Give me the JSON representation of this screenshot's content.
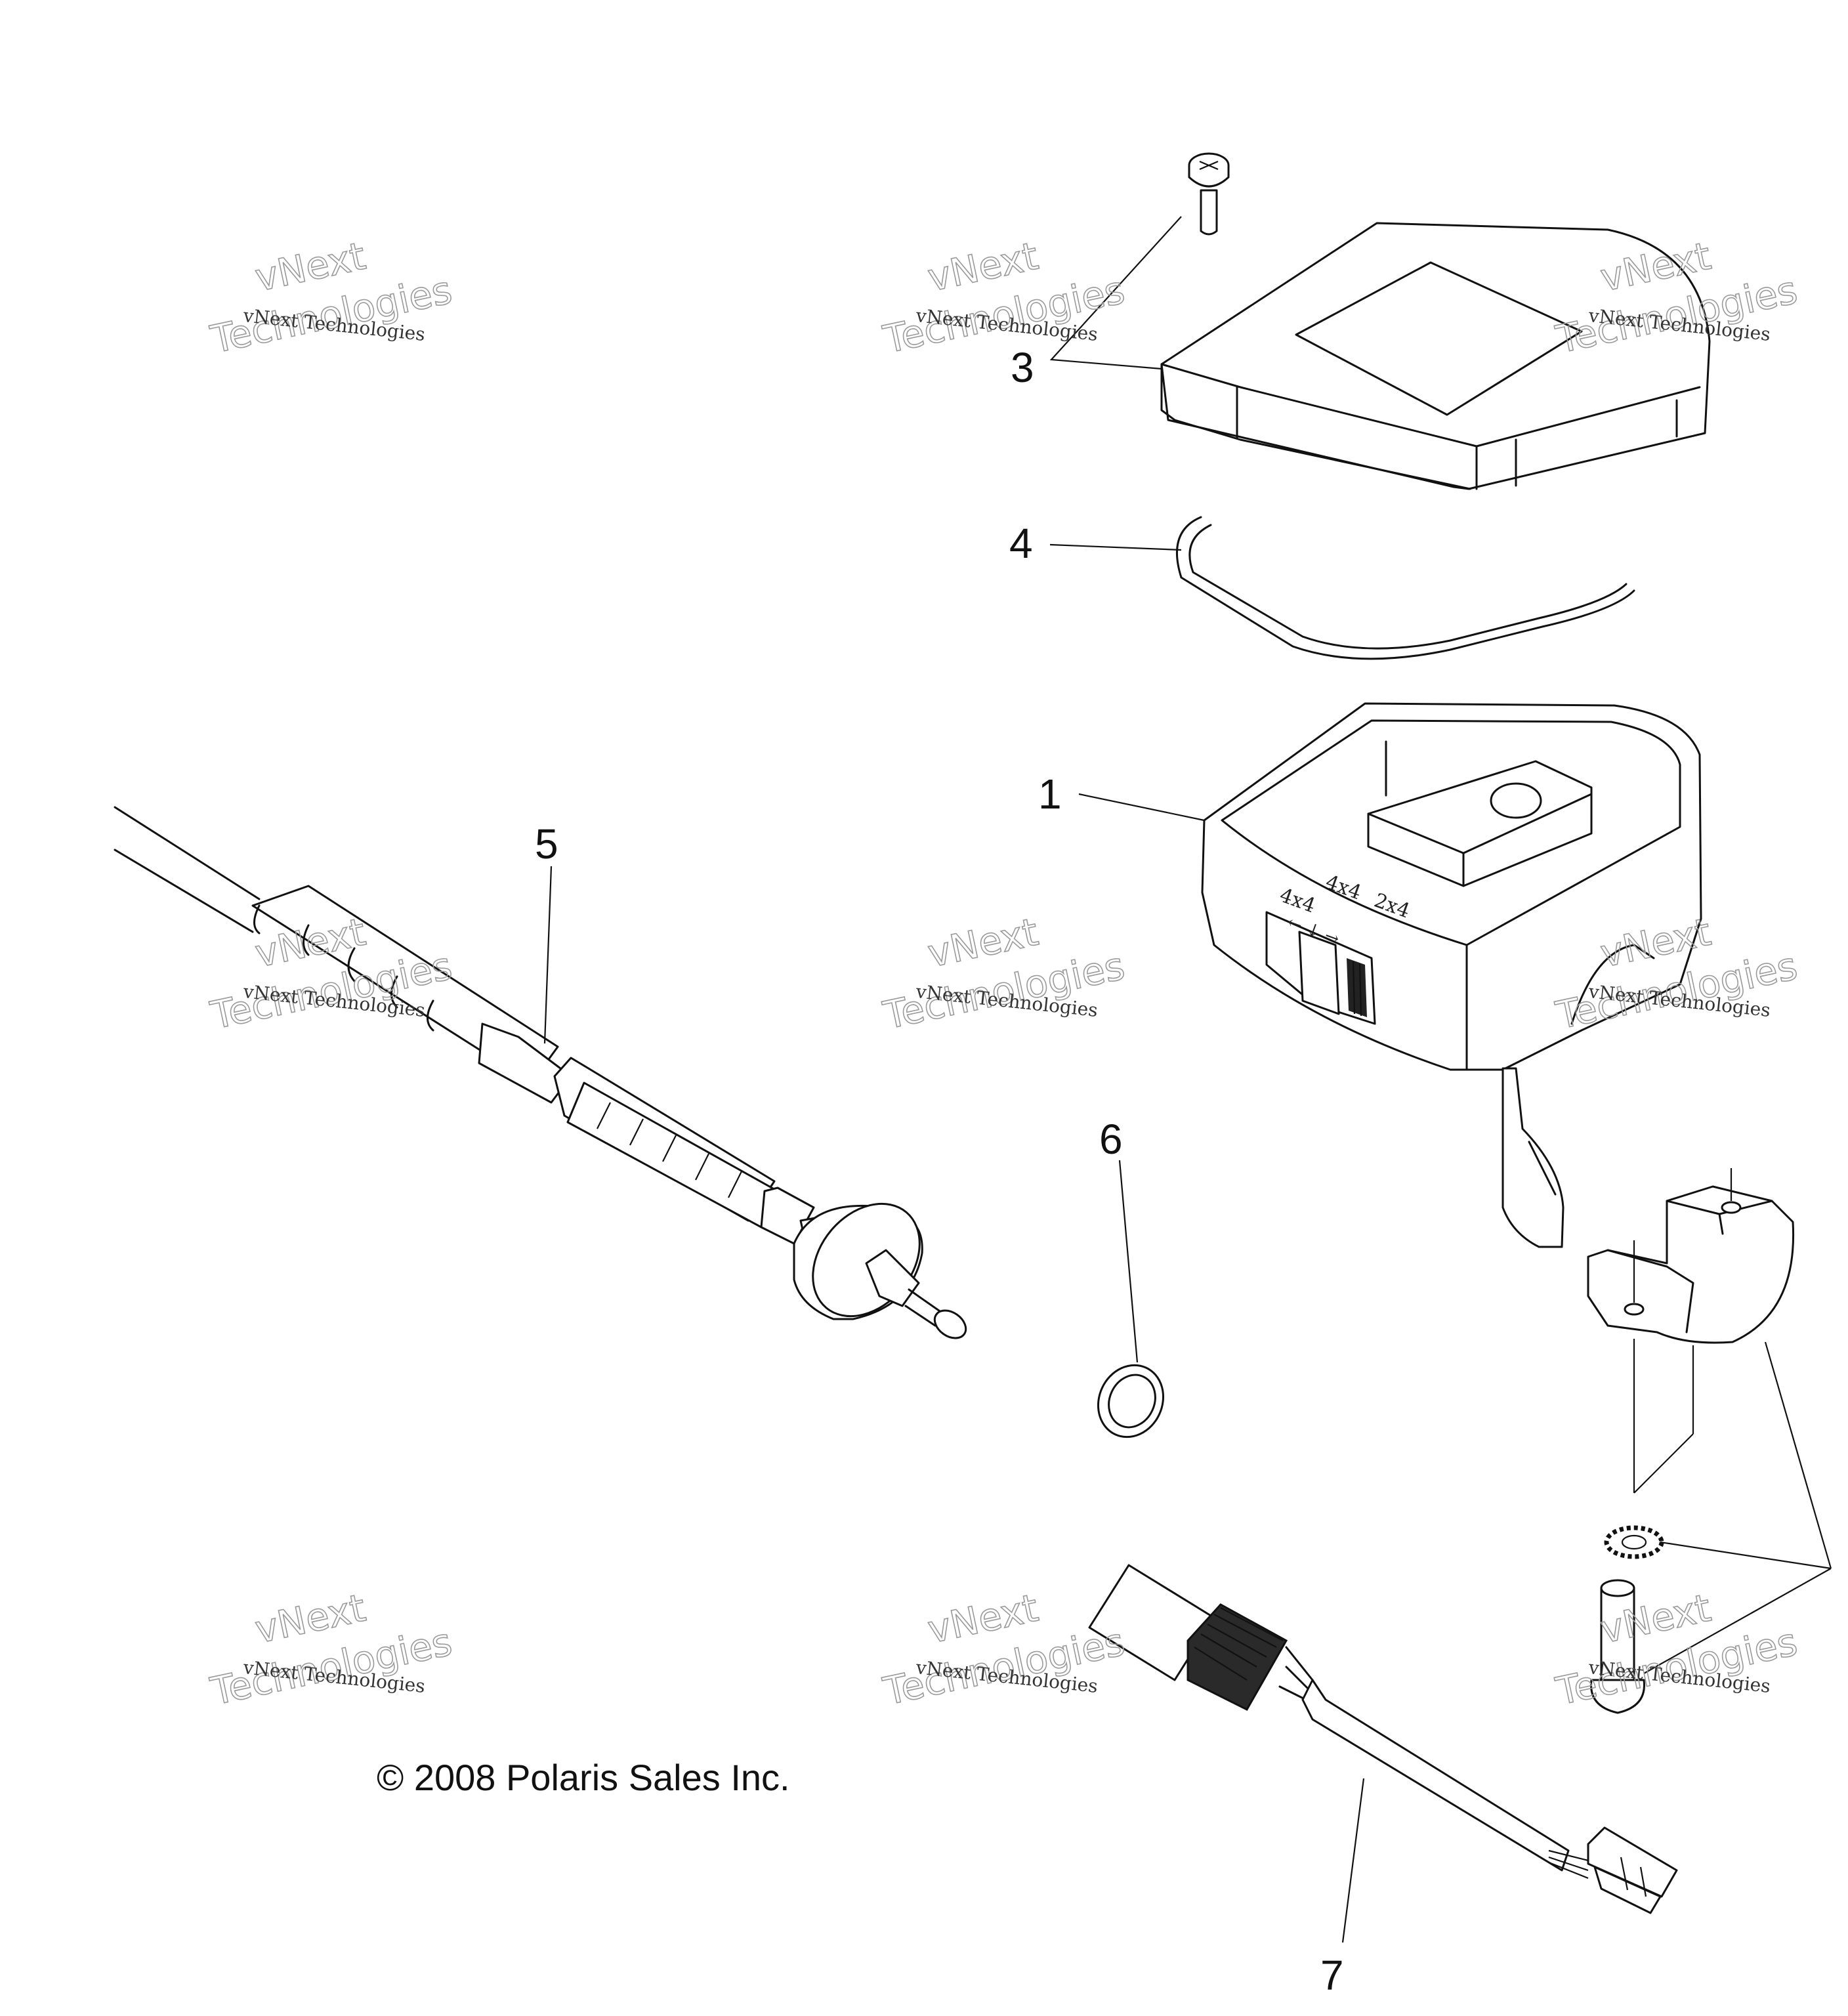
{
  "diagram": {
    "callouts": [
      {
        "id": "1",
        "label": "1"
      },
      {
        "id": "3",
        "label": "3"
      },
      {
        "id": "4",
        "label": "4"
      },
      {
        "id": "5",
        "label": "5"
      },
      {
        "id": "6",
        "label": "6"
      },
      {
        "id": "7",
        "label": "7"
      }
    ],
    "switch_markings": {
      "top": "4x4",
      "top2": "2x4",
      "left": "4x4",
      "arrows": "← ↓ →"
    },
    "copyright": "© 2008 Polaris Sales Inc.",
    "watermark": {
      "small": "vNext Technologies",
      "big_line1": "vNext",
      "big_line2": "Technologies"
    }
  }
}
